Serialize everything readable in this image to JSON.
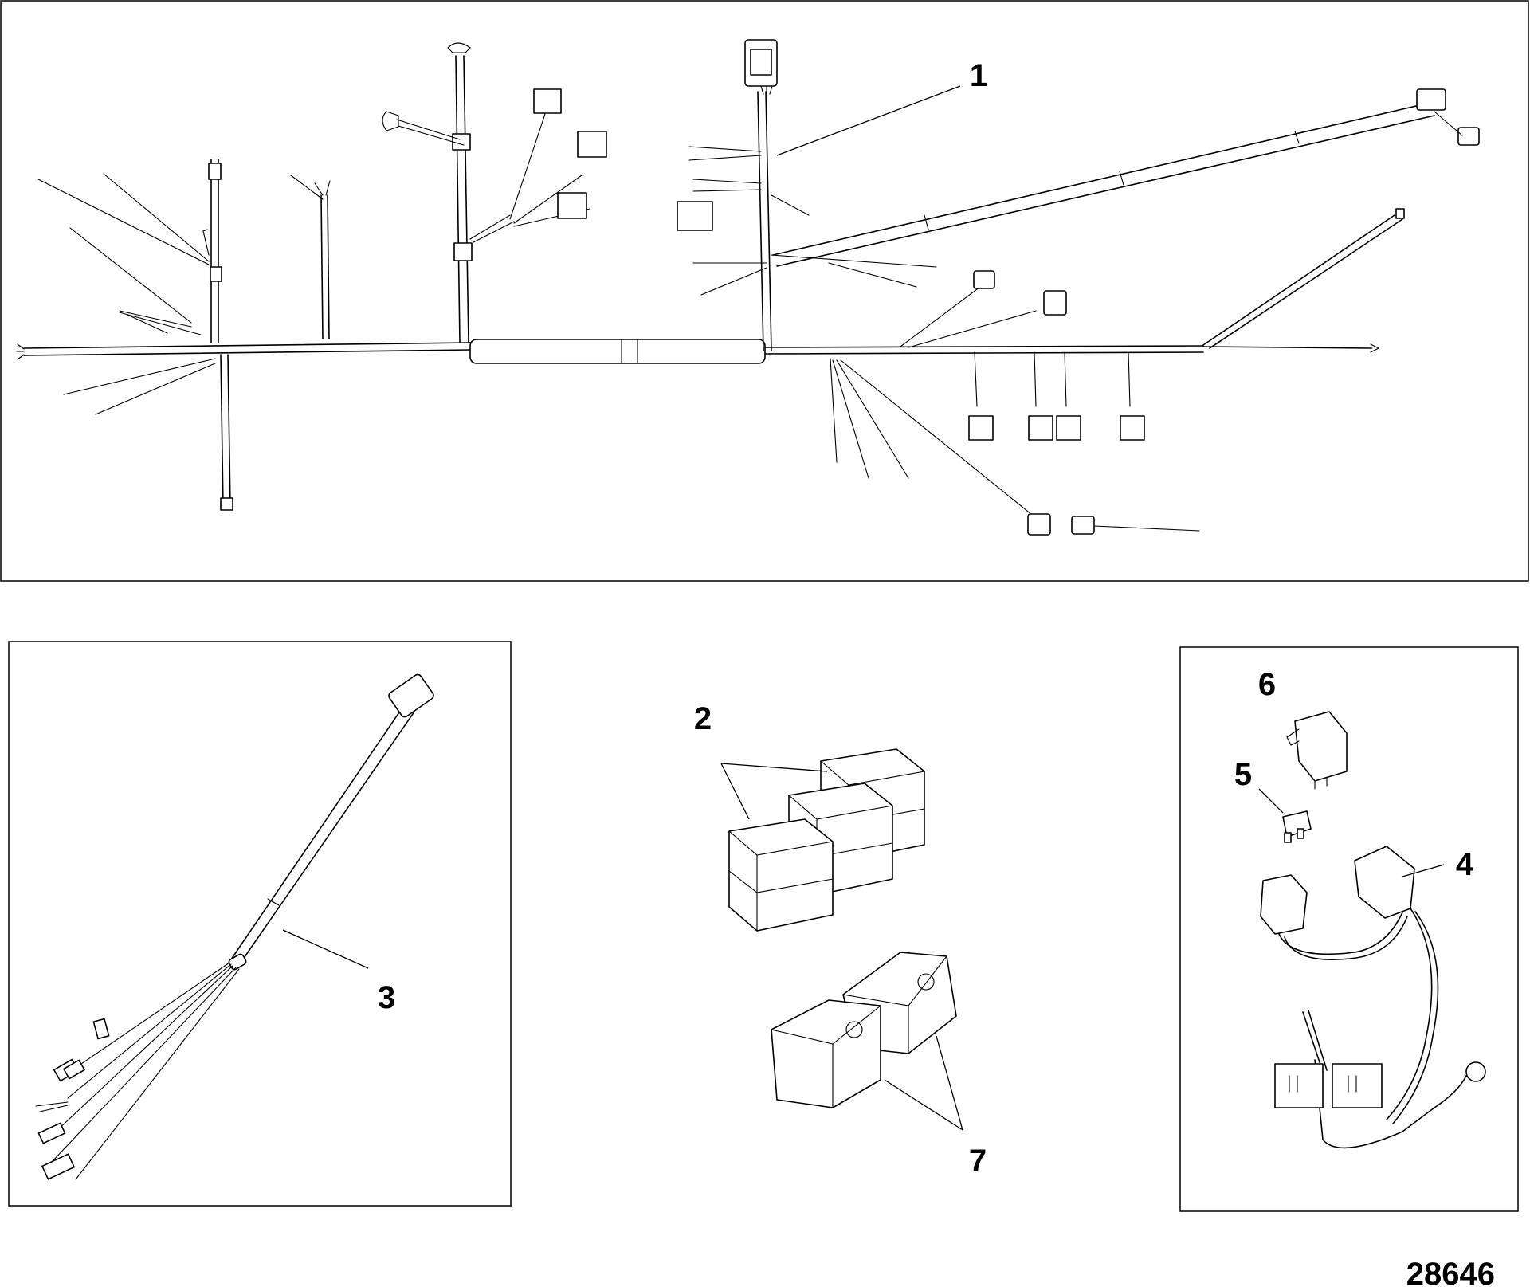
{
  "callouts": {
    "c1": "1",
    "c2": "2",
    "c3": "3",
    "c4": "4",
    "c5": "5",
    "c6": "6",
    "c7": "7"
  },
  "figure_number": "28646",
  "colors": {
    "line": "#000000",
    "background": "#ffffff"
  }
}
